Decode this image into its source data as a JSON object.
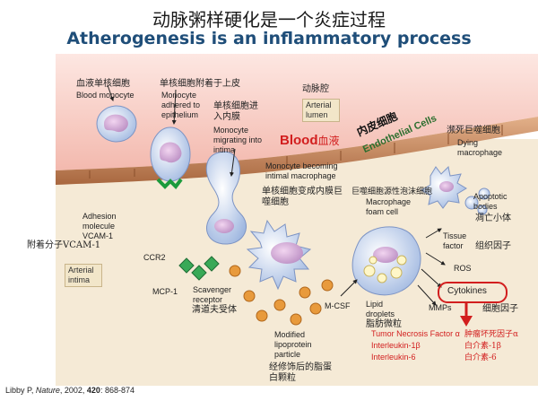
{
  "title_cn": "动脉粥样硬化是一个炎症过程",
  "title_en": "Atherogenesis is an inflammatory process",
  "labels": {
    "blood_monocyte_cn": "血液单核细胞",
    "blood_monocyte_en": "Blood monocyte",
    "adhered_cn": "单核细胞附着于上皮",
    "adhered_en": "Monocyte adhered to epithelium",
    "migrating_cn": "单核细胞进入内膜",
    "migrating_en": "Monocyte migrating into intima",
    "arterial_lumen_cn": "动脉腔",
    "arterial_lumen_en": "Arterial lumen",
    "blood_en": "Blood",
    "blood_cn": "血液",
    "endothelial_cn": "内皮细胞",
    "endothelial_en": "Endothelial Cells",
    "dying_cn": "濒死巨噬细胞",
    "dying_en": "Dying macrophage",
    "becoming_en": "Monocyte becoming intimal macrophage",
    "becoming_cn": "单核细胞变成内膜巨噬细胞",
    "foam_cn": "巨噬细胞源性泡沫细胞",
    "foam_en": "Macrophage foam cell",
    "apoptotic_en": "Apoptotic bodies",
    "apoptotic_cn": "凋亡小体",
    "adhesion_en": "Adhesion molecule VCAM-1",
    "adhesion_cn": "附着分子VCAM-1",
    "arterial_intima_en": "Arterial intima",
    "ccr2": "CCR2",
    "mcp1": "MCP-1",
    "scavenger_en": "Scavenger receptor",
    "scavenger_cn": "清道夫受体",
    "modified_en": "Modified lipoprotein particle",
    "modified_cn": "经修饰后的脂蛋白颗粒",
    "mcsf": "M-CSF",
    "lipid_en": "Lipid droplets",
    "lipid_cn": "脂肪微粒",
    "tissue_en": "Tissue factor",
    "tissue_cn": "组织因子",
    "ros": "ROS",
    "cytokines": "Cytokines",
    "mmps": "MMPs",
    "cytokine_cn": "细胞因子"
  },
  "cytokine_list": [
    {
      "en": "Tumor Necrosis Factor α",
      "cn": "肿瘤坏死因子α"
    },
    {
      "en": "Interleukin-1β",
      "cn": "白介素-1β"
    },
    {
      "en": "Interleukin-6",
      "cn": "白介素-6"
    }
  ],
  "reference": {
    "author": "Libby P,",
    "journal": "Nature",
    "year": ", 2002, ",
    "volume": "420",
    "pages": ": 868-874"
  },
  "colors": {
    "accent_red": "#d21e1e",
    "title_blue": "#1f4e79",
    "endothelium": "#c98a58",
    "intima": "#f0e2c8",
    "lumen": "#f7cfc8"
  }
}
